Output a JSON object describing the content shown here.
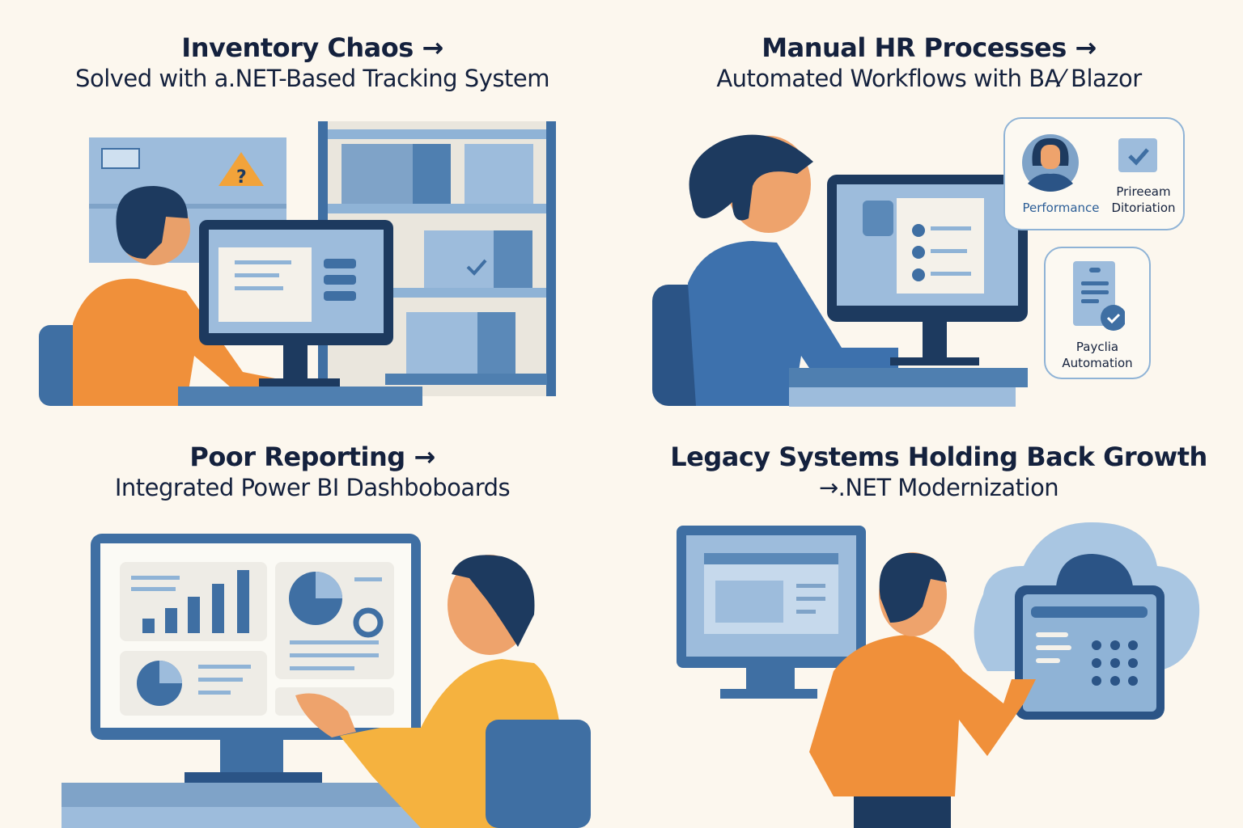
{
  "panels": [
    {
      "heading": "Inventory Chaos →",
      "subheading": "Solved with a.NET-Based Tracking System"
    },
    {
      "heading": "Manual HR Processes →",
      "subheading": "Automated Workflows with BA⁄ Blazor",
      "cards": {
        "performance": "Performance",
        "second_line1": "Prireeam",
        "second_line2": "Ditoriation",
        "payroll_line1": "Payclia",
        "payroll_line2": "Automation"
      }
    },
    {
      "heading": "Poor Reporting →",
      "subheading": "Integrated Power BI Dashboboards"
    },
    {
      "heading": "Legacy Systems Holding Back Growth",
      "subheading": "→.NET Modernization"
    }
  ],
  "colors": {
    "background": "#fcf7ee",
    "navy": "#1d3a5f",
    "blue": "#3f6fa3",
    "light_blue": "#8fb3d6",
    "orange": "#f0903a",
    "text": "#14213d"
  }
}
